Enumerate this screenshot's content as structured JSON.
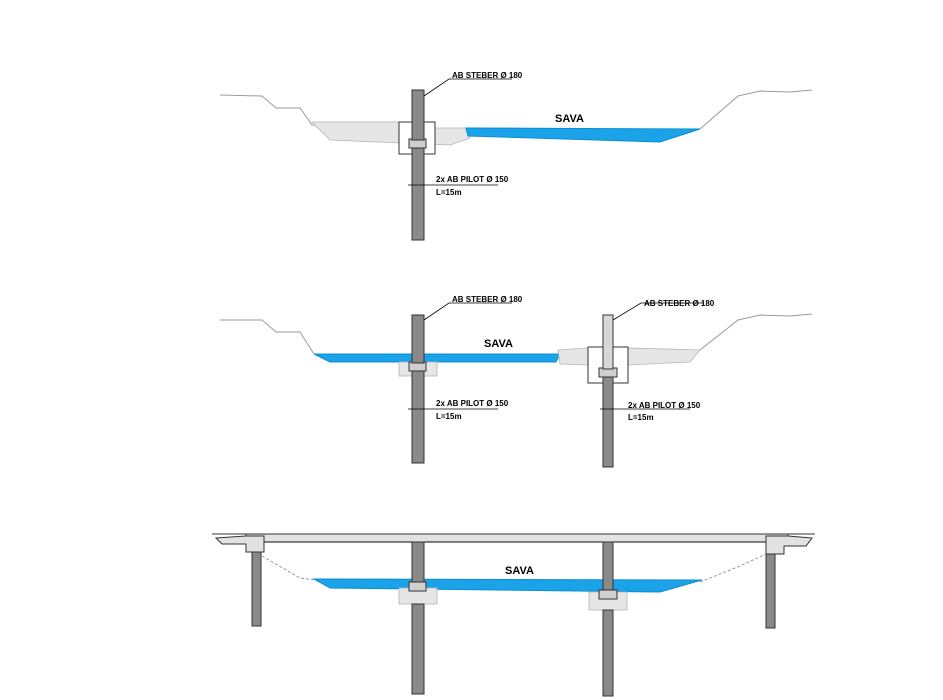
{
  "sections": [
    {
      "river_label": "SAVA",
      "piers": [
        {
          "column_label": "AB STEBER Ø 180",
          "pile_label": "2x AB PILOT Ø 150",
          "length_label": "L=15m"
        }
      ]
    },
    {
      "river_label": "SAVA",
      "piers": [
        {
          "column_label": "AB STEBER Ø 180",
          "pile_label": "2x AB PILOT Ø 150",
          "length_label": "L=15m"
        },
        {
          "column_label": "AB STEBER Ø 180",
          "pile_label": "2x AB PILOT Ø 150",
          "length_label": "L=15m"
        }
      ]
    },
    {
      "river_label": "SAVA"
    }
  ],
  "colors": {
    "water": "#1aa3e8",
    "pile": "#8a8a8a",
    "ground": "#9a9a9a"
  }
}
